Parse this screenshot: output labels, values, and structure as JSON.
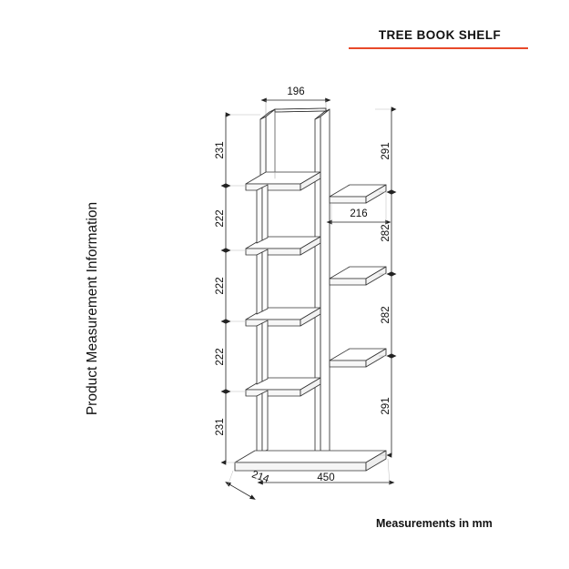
{
  "document": {
    "title": "TREE BOOK SHELF",
    "accent_color": "#e8492a",
    "side_caption": "Product Measurement Information",
    "footer_note": "Measurements in mm",
    "unit": "mm",
    "background_color": "#ffffff",
    "line_color": "#333333"
  },
  "drawing": {
    "type": "isometric-technical-drawing",
    "subject": "tree book shelf / bookcase",
    "dimensions": {
      "top_width": "196",
      "left_chain": [
        "231",
        "222",
        "222",
        "222",
        "231"
      ],
      "right_chain": [
        "291",
        "282",
        "282",
        "291"
      ],
      "right_shelf_depth": "216",
      "base_depth": "214",
      "base_width": "450"
    },
    "labels": [
      {
        "name": "top-width",
        "value": "196",
        "orientation": "horizontal"
      },
      {
        "name": "left-segment-1",
        "value": "231",
        "orientation": "vertical"
      },
      {
        "name": "left-segment-2",
        "value": "222",
        "orientation": "vertical"
      },
      {
        "name": "left-segment-3",
        "value": "222",
        "orientation": "vertical"
      },
      {
        "name": "left-segment-4",
        "value": "222",
        "orientation": "vertical"
      },
      {
        "name": "left-segment-5",
        "value": "231",
        "orientation": "vertical"
      },
      {
        "name": "right-segment-1",
        "value": "291",
        "orientation": "vertical"
      },
      {
        "name": "right-segment-2",
        "value": "282",
        "orientation": "vertical"
      },
      {
        "name": "right-segment-3",
        "value": "282",
        "orientation": "vertical"
      },
      {
        "name": "right-segment-4",
        "value": "291",
        "orientation": "vertical"
      },
      {
        "name": "right-shelf-depth",
        "value": "216",
        "orientation": "horizontal"
      },
      {
        "name": "base-depth",
        "value": "214",
        "orientation": "diagonal"
      },
      {
        "name": "base-width",
        "value": "450",
        "orientation": "horizontal"
      }
    ]
  }
}
